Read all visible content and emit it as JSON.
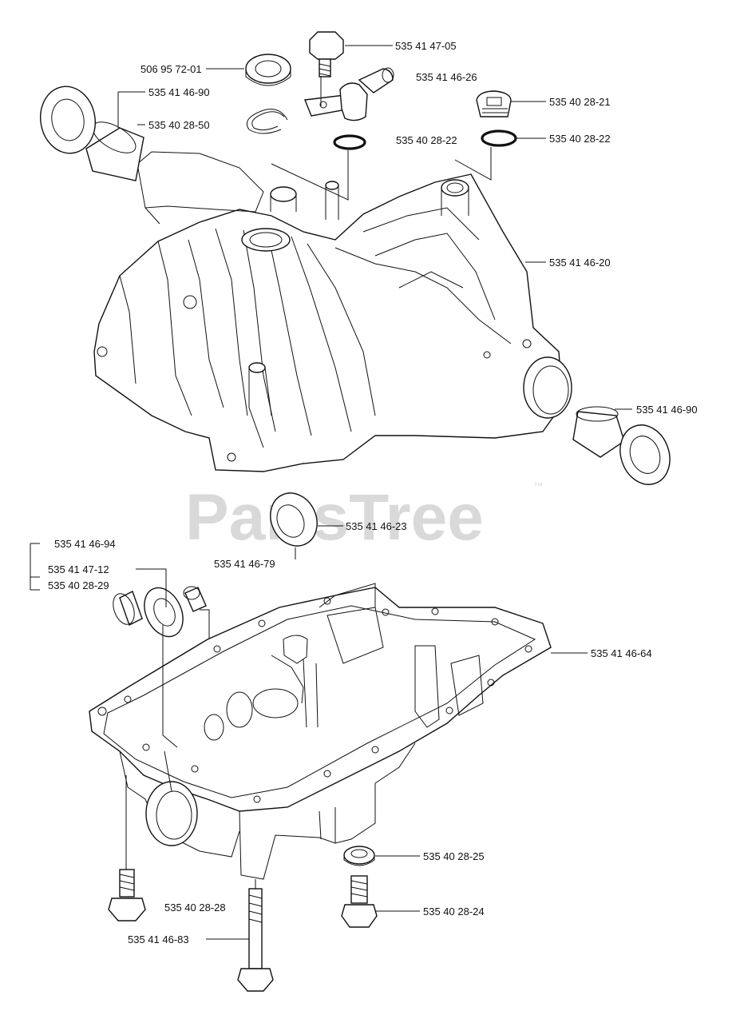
{
  "watermark": {
    "text": "PartsTree",
    "trademark": "™"
  },
  "labels": {
    "p53541470_5": "535 41 47-05",
    "p50695720_1": "506 95 72-01",
    "p53541462_6": "535 41 46-26",
    "p53541469_0a": "535 41 46-90",
    "p53540282_1": "535 40 28-21",
    "p53540285_0": "535 40 28-50",
    "p53540282_2a": "535 40 28-22",
    "p53540282_2b": "535 40 28-22",
    "p53541462_0": "535 41 46-20",
    "p53541469_0b": "535 41 46-90",
    "p53541462_3": "535 41 46-23",
    "p53541469_4": "535 41 46-94",
    "p53541467_9": "535 41 46-79",
    "p53541471_2": "535 41 47-12",
    "p53540282_9": "535 40 28-29",
    "p53541466_4": "535 41 46-64",
    "p53540282_5": "535 40 28-25",
    "p53540282_8": "535 40 28-28",
    "p53540282_4": "535 40 28-24",
    "p53541468_3": "535 41 46-83"
  }
}
